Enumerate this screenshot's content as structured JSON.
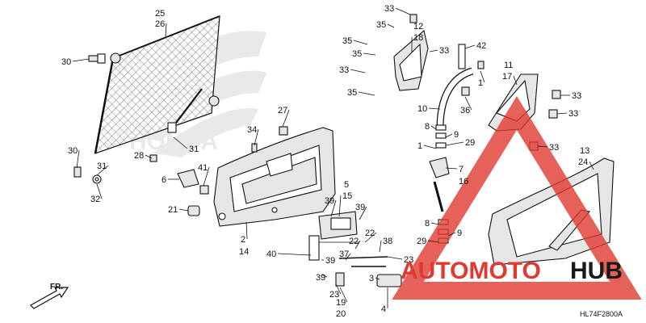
{
  "diagram_code": "HL74F2800A",
  "direction_label": "FR.",
  "watermark": {
    "text_a": "AUTOMOTO",
    "text_b": "HUB",
    "color_a": "#e03a2f",
    "color_b": "#1a1a1a"
  },
  "background_logo": "HONDA",
  "callouts": [
    {
      "id": "c25",
      "text": "25"
    },
    {
      "id": "c26",
      "text": "26"
    },
    {
      "id": "c30a",
      "text": "30"
    },
    {
      "id": "c27",
      "text": "27"
    },
    {
      "id": "c34",
      "text": "34"
    },
    {
      "id": "c31a",
      "text": "31"
    },
    {
      "id": "c28",
      "text": "28"
    },
    {
      "id": "c30b",
      "text": "30"
    },
    {
      "id": "c31b",
      "text": "31"
    },
    {
      "id": "c32",
      "text": "32"
    },
    {
      "id": "c6",
      "text": "6"
    },
    {
      "id": "c41",
      "text": "41"
    },
    {
      "id": "c21",
      "text": "21"
    },
    {
      "id": "c2",
      "text": "2"
    },
    {
      "id": "c14",
      "text": "14"
    },
    {
      "id": "c5",
      "text": "5"
    },
    {
      "id": "c15",
      "text": "15"
    },
    {
      "id": "c39a",
      "text": "39"
    },
    {
      "id": "c39b",
      "text": "39"
    },
    {
      "id": "c22a",
      "text": "22"
    },
    {
      "id": "c22b",
      "text": "22"
    },
    {
      "id": "c38",
      "text": "38"
    },
    {
      "id": "c40",
      "text": "40"
    },
    {
      "id": "c37",
      "text": "37"
    },
    {
      "id": "c39c",
      "text": "39"
    },
    {
      "id": "c39d",
      "text": "39"
    },
    {
      "id": "c23a",
      "text": "23"
    },
    {
      "id": "c23b",
      "text": "23"
    },
    {
      "id": "c3",
      "text": "3"
    },
    {
      "id": "c19",
      "text": "19"
    },
    {
      "id": "c20",
      "text": "20"
    },
    {
      "id": "c4",
      "text": "4"
    },
    {
      "id": "c33a",
      "text": "33"
    },
    {
      "id": "c35a",
      "text": "35"
    },
    {
      "id": "c12",
      "text": "12"
    },
    {
      "id": "c18",
      "text": "18"
    },
    {
      "id": "c35b",
      "text": "35"
    },
    {
      "id": "c35c",
      "text": "35"
    },
    {
      "id": "c33b",
      "text": "33"
    },
    {
      "id": "c33c",
      "text": "33"
    },
    {
      "id": "c35d",
      "text": "35"
    },
    {
      "id": "c42",
      "text": "42"
    },
    {
      "id": "c1a",
      "text": "1"
    },
    {
      "id": "c36",
      "text": "36"
    },
    {
      "id": "c10",
      "text": "10"
    },
    {
      "id": "c8a",
      "text": "8"
    },
    {
      "id": "c9a",
      "text": "9"
    },
    {
      "id": "c1b",
      "text": "1"
    },
    {
      "id": "c29a",
      "text": "29"
    },
    {
      "id": "c7",
      "text": "7"
    },
    {
      "id": "c16",
      "text": "16"
    },
    {
      "id": "c8b",
      "text": "8"
    },
    {
      "id": "c9b",
      "text": "9"
    },
    {
      "id": "c29b",
      "text": "29"
    },
    {
      "id": "c11",
      "text": "11"
    },
    {
      "id": "c17",
      "text": "17"
    },
    {
      "id": "c33d",
      "text": "33"
    },
    {
      "id": "c33e",
      "text": "33"
    },
    {
      "id": "c33f",
      "text": "33"
    },
    {
      "id": "c13",
      "text": "13"
    },
    {
      "id": "c24",
      "text": "24"
    }
  ]
}
